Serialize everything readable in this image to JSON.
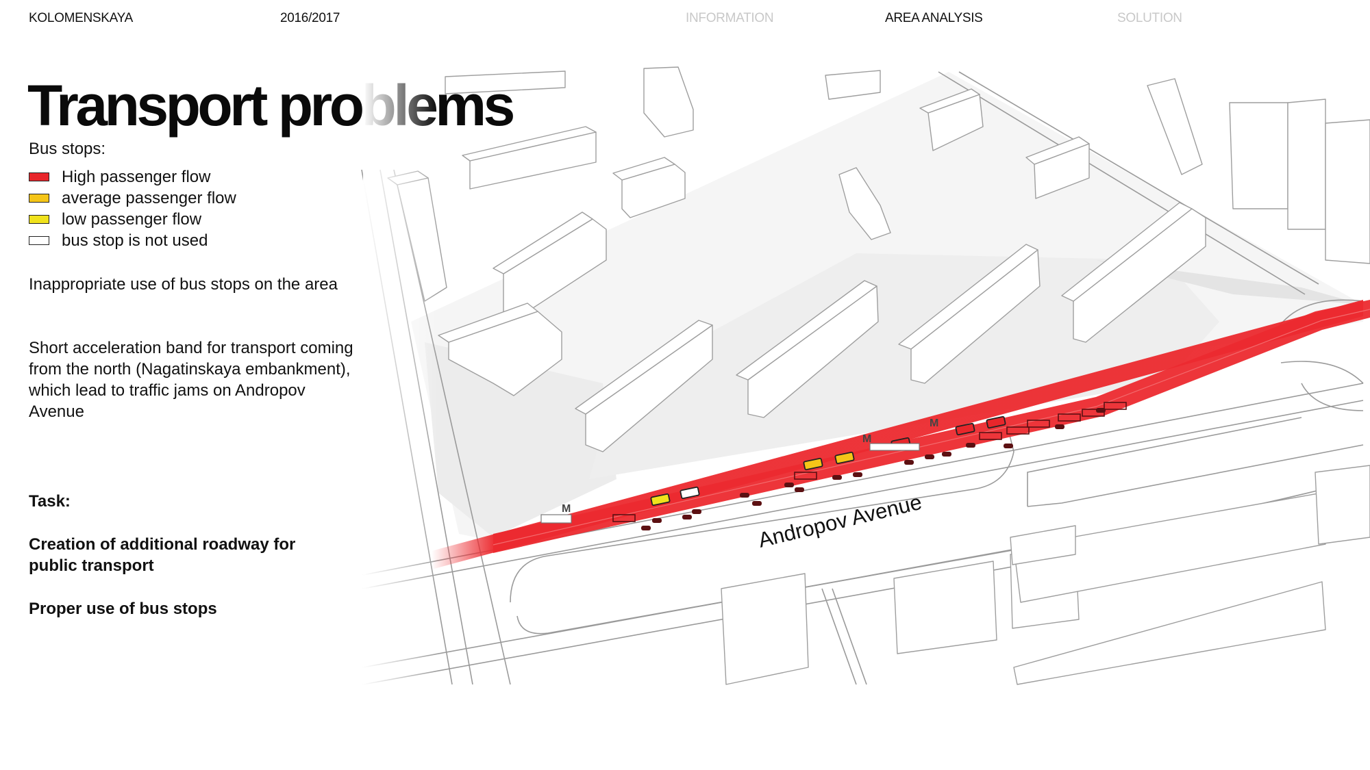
{
  "nav": {
    "project": "KOLOMENSKAYA",
    "year": "2016/2017",
    "tabs": [
      "INFORMATION",
      "AREA ANALYSIS",
      "SOLUTION"
    ],
    "active_tab": "AREA ANALYSIS"
  },
  "title": "Transport problems",
  "bus_stops_heading": "Bus stops:",
  "legend": [
    {
      "label": "High passenger flow",
      "color": "#e8262b"
    },
    {
      "label": "average passenger flow",
      "color": "#f5c518"
    },
    {
      "label": "low passenger flow",
      "color": "#f0e21c"
    },
    {
      "label": "bus stop is not used",
      "color": "#ffffff"
    }
  ],
  "problems": [
    "Inappropriate use of bus stops on the area",
    "Short acceleration band for transport coming from the north (Nagatinskaya embankment), which lead to traffic jams on Andropov Avenue"
  ],
  "task": {
    "heading": "Task:",
    "items": [
      "Creation of additional roadway for public transport",
      "Proper use of bus stops"
    ]
  },
  "map": {
    "street_label": "Andropov Avenue",
    "metro_symbol": "M",
    "traffic_color": "#ec2a2f"
  }
}
